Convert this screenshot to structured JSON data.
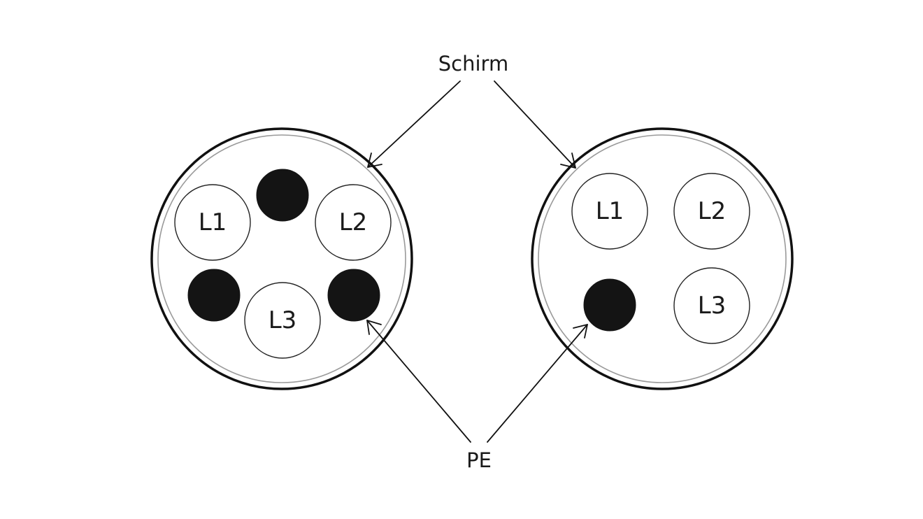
{
  "callouts": {
    "shield_label": "Schirm",
    "pe_label": "PE"
  },
  "cable_left": {
    "conductors": [
      {
        "label": "L1"
      },
      {
        "label": "L2"
      },
      {
        "label": "L3"
      }
    ],
    "pe_count": 3
  },
  "cable_right": {
    "conductors": [
      {
        "label": "L1"
      },
      {
        "label": "L2"
      },
      {
        "label": "L3"
      }
    ],
    "pe_count": 1
  },
  "colors": {
    "outline": "#111111",
    "shield_ring": "#9a9a9a",
    "pe_fill": "#141414",
    "background": "#ffffff"
  }
}
